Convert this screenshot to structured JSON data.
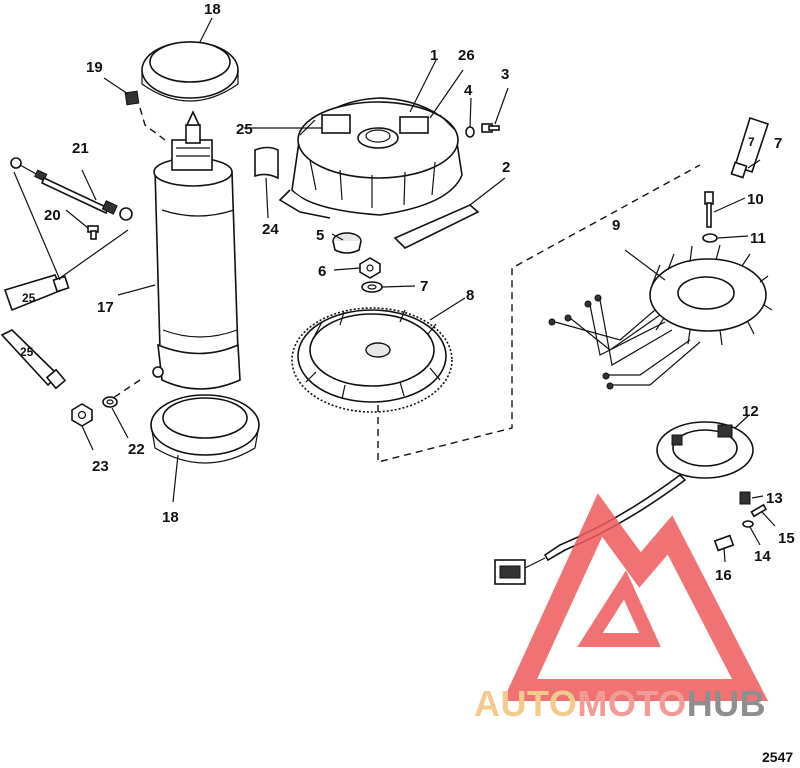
{
  "callouts": [
    {
      "id": "c1",
      "text": "1"
    },
    {
      "id": "c2",
      "text": "2"
    },
    {
      "id": "c3",
      "text": "3"
    },
    {
      "id": "c4",
      "text": "4"
    },
    {
      "id": "c5",
      "text": "5"
    },
    {
      "id": "c6",
      "text": "6"
    },
    {
      "id": "c7a",
      "text": "7"
    },
    {
      "id": "c7b",
      "text": "7"
    },
    {
      "id": "c8",
      "text": "8"
    },
    {
      "id": "c9",
      "text": "9"
    },
    {
      "id": "c10",
      "text": "10"
    },
    {
      "id": "c11",
      "text": "11"
    },
    {
      "id": "c12",
      "text": "12"
    },
    {
      "id": "c13",
      "text": "13"
    },
    {
      "id": "c14",
      "text": "14"
    },
    {
      "id": "c15",
      "text": "15"
    },
    {
      "id": "c16",
      "text": "16"
    },
    {
      "id": "c17",
      "text": "17"
    },
    {
      "id": "c18a",
      "text": "18"
    },
    {
      "id": "c18b",
      "text": "18"
    },
    {
      "id": "c19",
      "text": "19"
    },
    {
      "id": "c20",
      "text": "20"
    },
    {
      "id": "c21",
      "text": "21"
    },
    {
      "id": "c22",
      "text": "22"
    },
    {
      "id": "c23",
      "text": "23"
    },
    {
      "id": "c24",
      "text": "24"
    },
    {
      "id": "c25",
      "text": "25"
    },
    {
      "id": "c26",
      "text": "26"
    }
  ],
  "tubes": {
    "left_upper": "25",
    "left_lower": "25",
    "right": "7"
  },
  "figure_number": "2547",
  "watermark": {
    "part1": "AUTO",
    "part2": "MOTO",
    "part3": "HUB",
    "colors": {
      "auto": "#f4c27a",
      "moto": "#f08a84",
      "hub": "#7b7b7b",
      "logo": "#ef5a5a"
    }
  }
}
